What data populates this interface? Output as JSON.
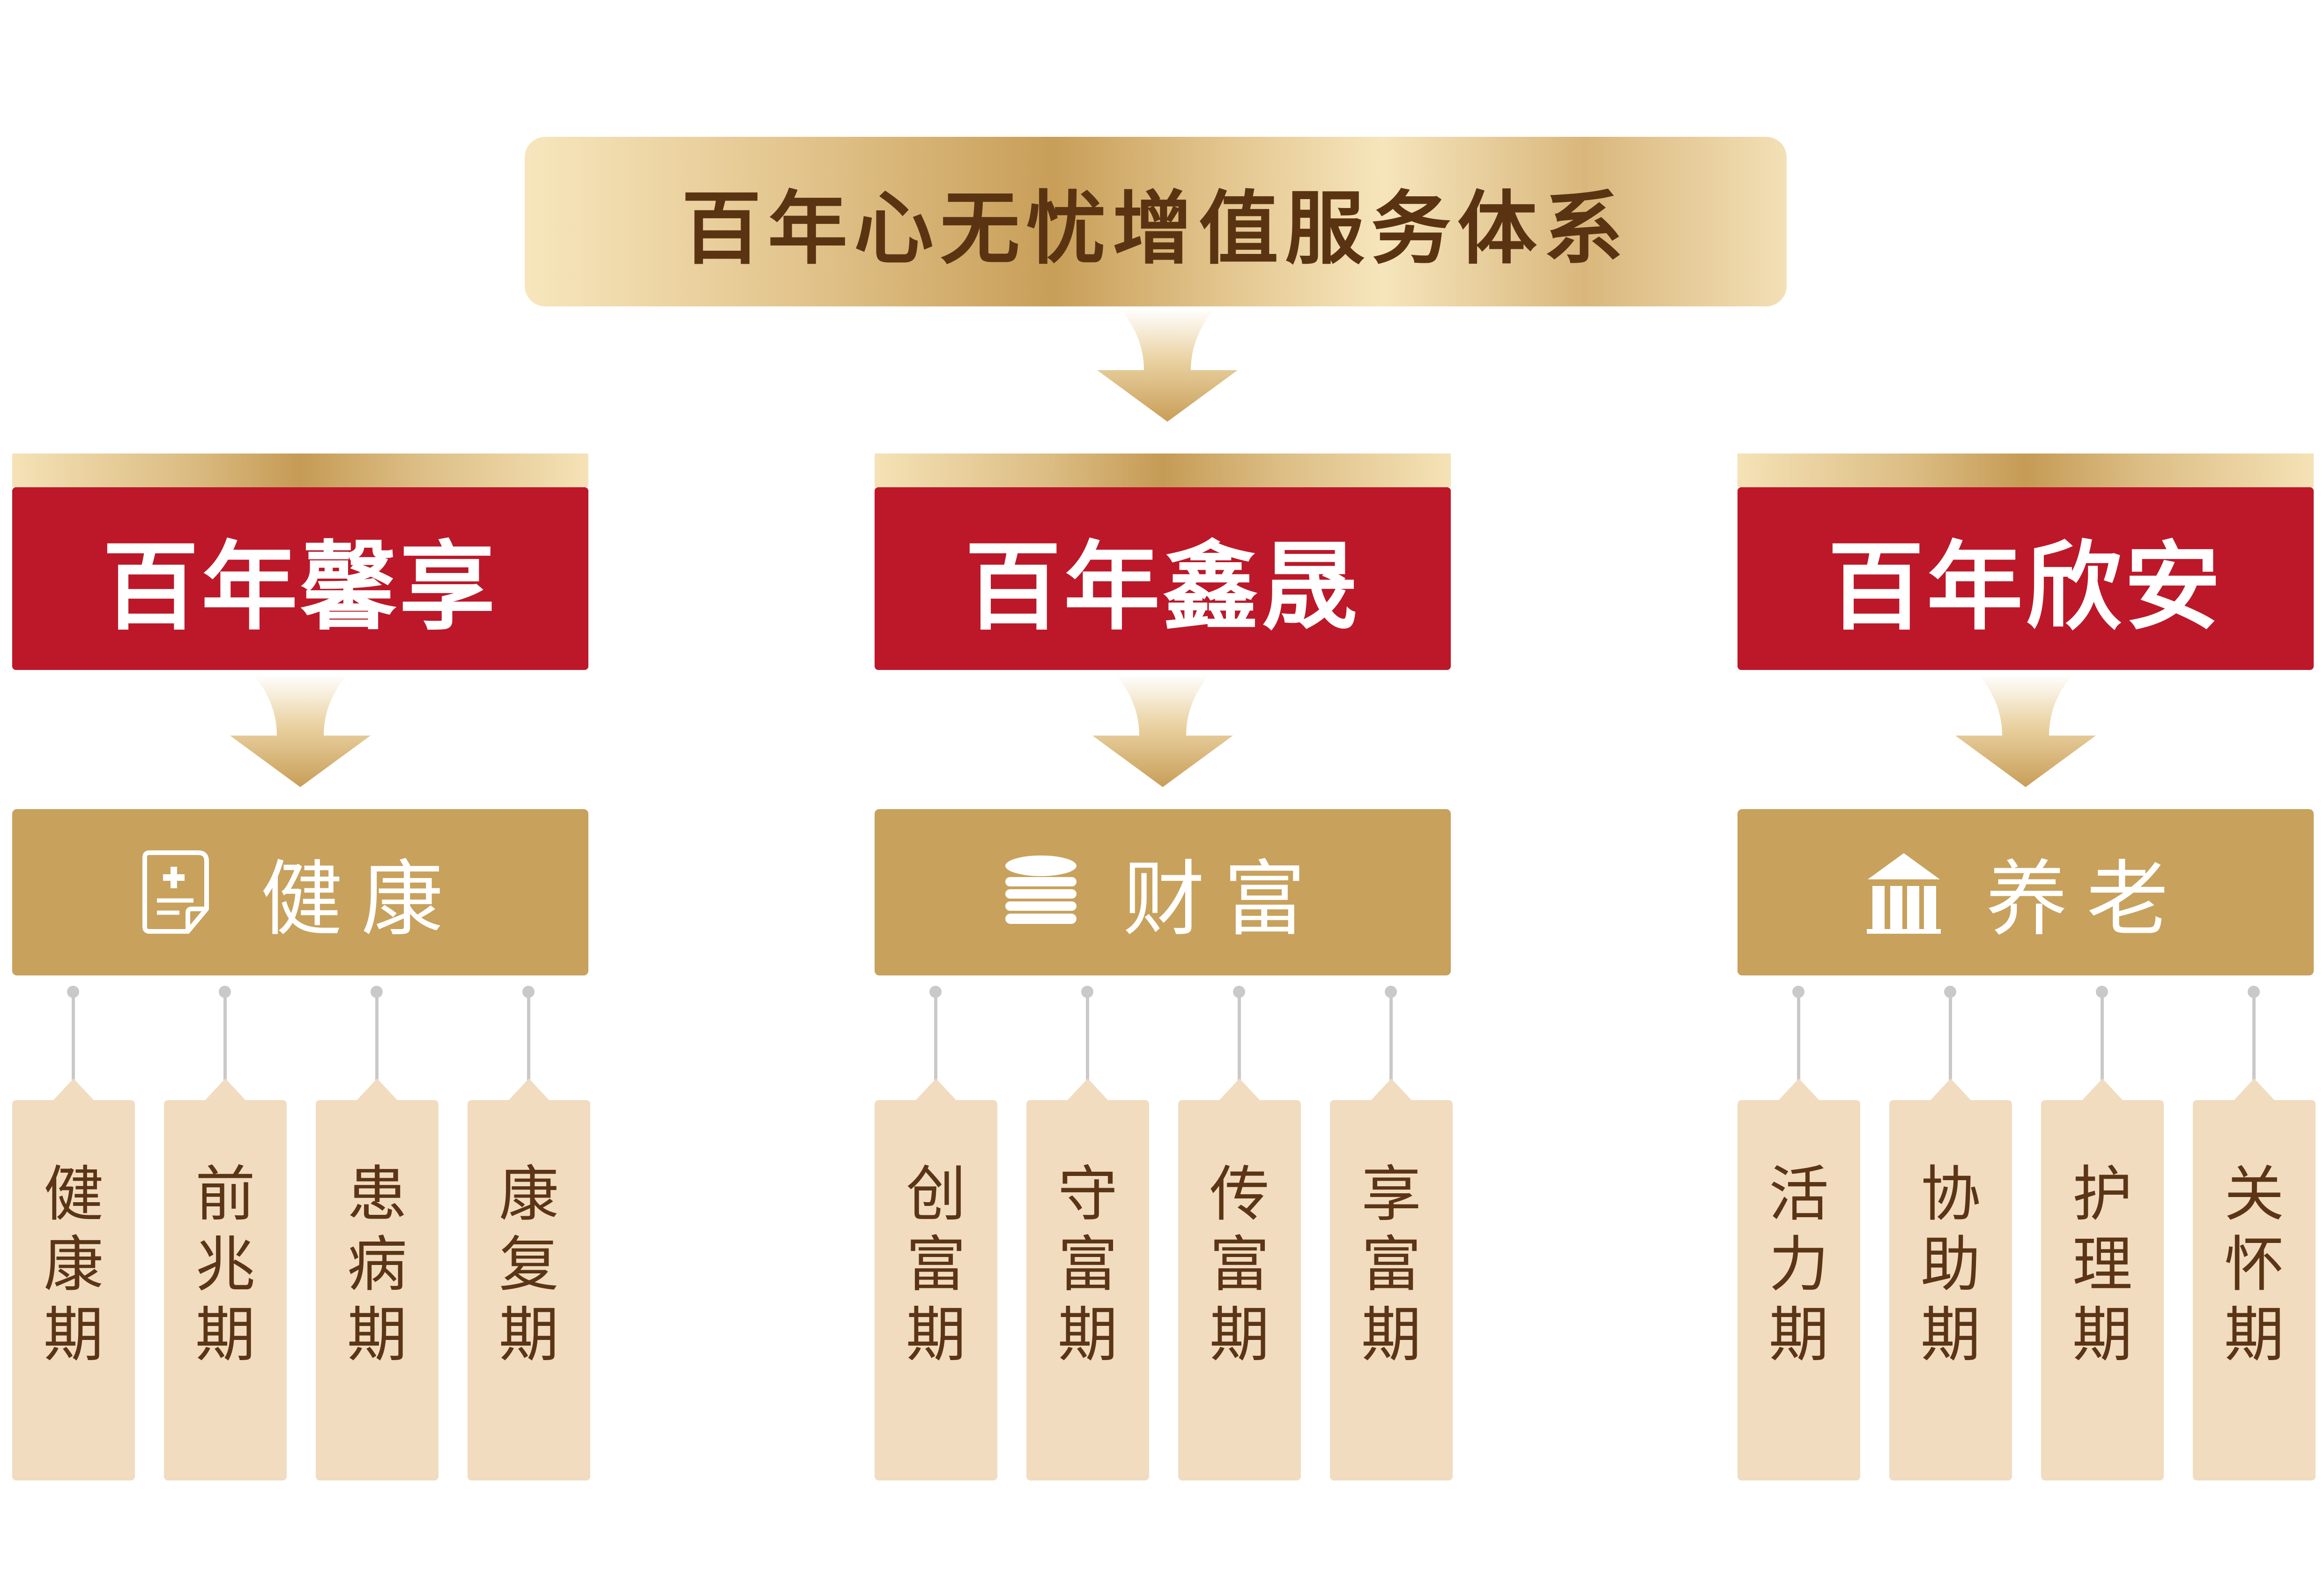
{
  "title": "百年心无忧增值服务体系",
  "branches": [
    {
      "name": "百年馨享",
      "category": "健康",
      "category_icon": "medical-record-icon",
      "phases": [
        "健\n康\n期",
        "前\n兆\n期",
        "患\n病\n期",
        "康\n复\n期"
      ]
    },
    {
      "name": "百年鑫晟",
      "category": "财富",
      "category_icon": "coin-stack-icon",
      "phases": [
        "创\n富\n期",
        "守\n富\n期",
        "传\n富\n期",
        "享\n富\n期"
      ]
    },
    {
      "name": "百年欣安",
      "category": "养老",
      "category_icon": "building-pillars-icon",
      "phases": [
        "活\n力\n期",
        "协\n助\n期",
        "护\n理\n期",
        "关\n怀\n期"
      ]
    }
  ],
  "colors": {
    "brand_red": "#bd1829",
    "gold": "#c8a15c",
    "tag_beige": "#f1dcc0",
    "text_brown": "#5b3515"
  }
}
